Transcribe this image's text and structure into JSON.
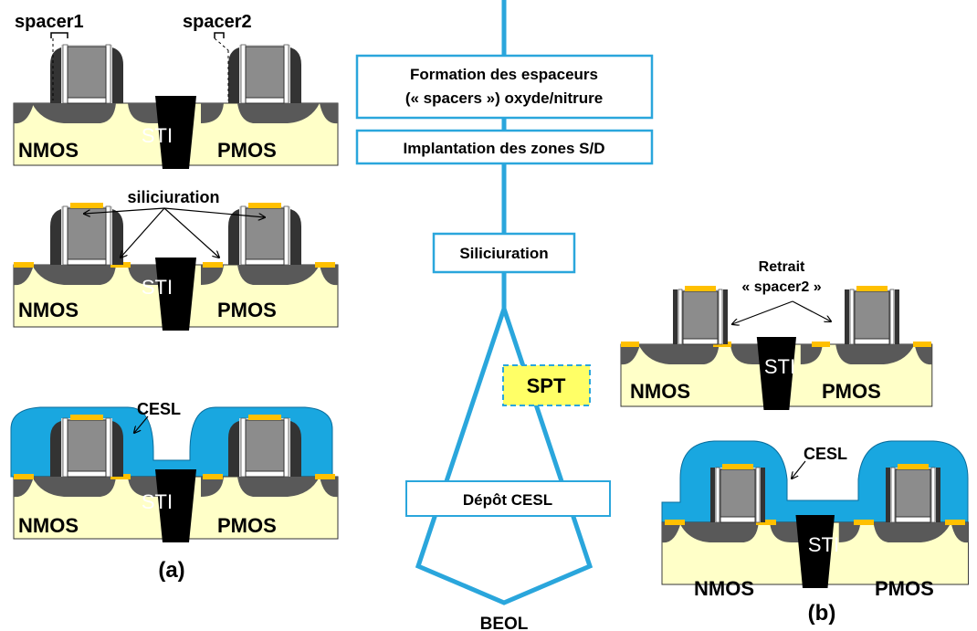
{
  "colors": {
    "accent": "#2aa6dc",
    "substrate": "#ffffc8",
    "well": "#595959",
    "spacer_dark": "#333333",
    "silicide": "#ffc000",
    "cesl": "#19a7e0",
    "spt_fill": "#ffff66"
  },
  "flow": {
    "step1_line1": "Formation des espaceurs",
    "step1_line2": "(« spacers ») oxyde/nitrure",
    "step2": "Implantation des zones S/D",
    "step3": "Siliciuration",
    "spt": "SPT",
    "step4": "Dépôt CESL",
    "end": "BEOL"
  },
  "left": {
    "spacer1": "spacer1",
    "spacer2": "spacer2",
    "siliciuration": "siliciuration",
    "cesl": "CESL",
    "caption": "(a)"
  },
  "right": {
    "retrait_line1": "Retrait",
    "retrait_line2": "« spacer2 »",
    "cesl": "CESL",
    "caption": "(b)"
  },
  "device": {
    "nmos": "NMOS",
    "pmos": "PMOS",
    "sti": "STI"
  }
}
